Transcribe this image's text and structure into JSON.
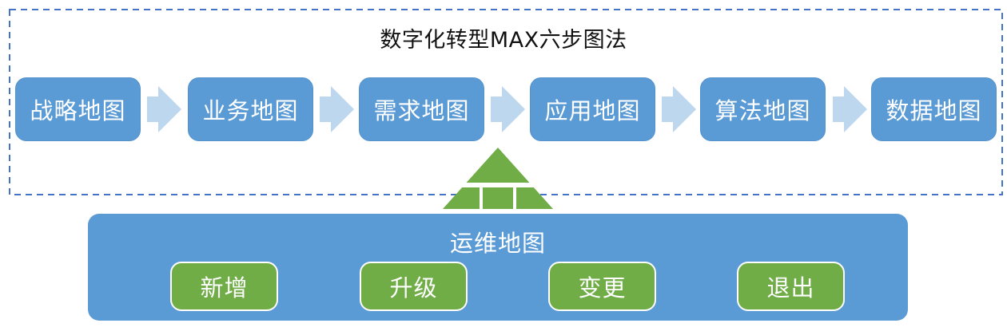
{
  "title": "数字化转型MAX六步图法",
  "steps": [
    {
      "label": "战略地图"
    },
    {
      "label": "业务地图"
    },
    {
      "label": "需求地图"
    },
    {
      "label": "应用地图"
    },
    {
      "label": "算法地图"
    },
    {
      "label": "数据地图"
    }
  ],
  "operations": {
    "label": "运维地图",
    "actions": [
      {
        "label": "新增"
      },
      {
        "label": "升级"
      },
      {
        "label": "变更"
      },
      {
        "label": "退出"
      }
    ]
  },
  "colors": {
    "step_fill": "#5b9bd5",
    "connector_arrow": "#bdd7ee",
    "up_arrow": "#70ad47",
    "action_fill": "#70ad47",
    "frame_dash": "#4472c4"
  }
}
